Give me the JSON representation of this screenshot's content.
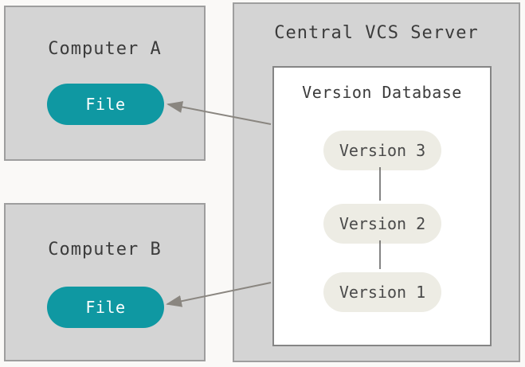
{
  "diagram": {
    "description": "Centralized version control system diagram",
    "colors": {
      "background": "#faf9f7",
      "box_fill": "#d4d4d4",
      "box_border": "#9e9e9e",
      "database_fill": "#ffffff",
      "database_border": "#858585",
      "file_pill_fill": "#0f98a2",
      "file_pill_text": "#fcfefe",
      "version_pill_fill": "#edece4",
      "text": "#3b3b3b",
      "arrow": "#8a8680",
      "connector": "#5a5a5a"
    },
    "computer_a": {
      "title": "Computer A",
      "file_label": "File"
    },
    "computer_b": {
      "title": "Computer B",
      "file_label": "File"
    },
    "server": {
      "title": "Central VCS Server",
      "database": {
        "title": "Version Database",
        "versions": [
          "Version 3",
          "Version 2",
          "Version 1"
        ]
      }
    },
    "connections": [
      {
        "from": "version-database",
        "to": "computer-a-file",
        "type": "arrow"
      },
      {
        "from": "version-database",
        "to": "computer-b-file",
        "type": "arrow"
      },
      {
        "from": "version-3",
        "to": "version-2",
        "type": "line"
      },
      {
        "from": "version-2",
        "to": "version-1",
        "type": "line"
      }
    ]
  }
}
